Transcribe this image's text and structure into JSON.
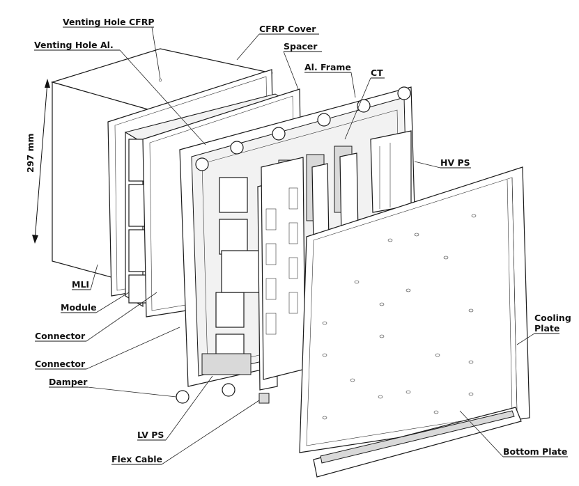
{
  "labels": {
    "venting_hole_cfrp": "Venting Hole CFRP",
    "cfrp_cover": "CFRP Cover",
    "venting_hole_al": "Venting Hole Al.",
    "spacer": "Spacer",
    "al_frame": "Al. Frame",
    "ct": "CT",
    "hv_ps": "HV PS",
    "dimension": "297 mm",
    "mli": "MLI",
    "module": "Module",
    "connector_1": "Connector",
    "connector_2": "Connector",
    "damper": "Damper",
    "cooling_plate_line1": "Cooling",
    "cooling_plate_line2": "Plate",
    "lv_ps": "LV PS",
    "flex_cable": "Flex Cable",
    "bottom_plate": "Bottom Plate"
  }
}
